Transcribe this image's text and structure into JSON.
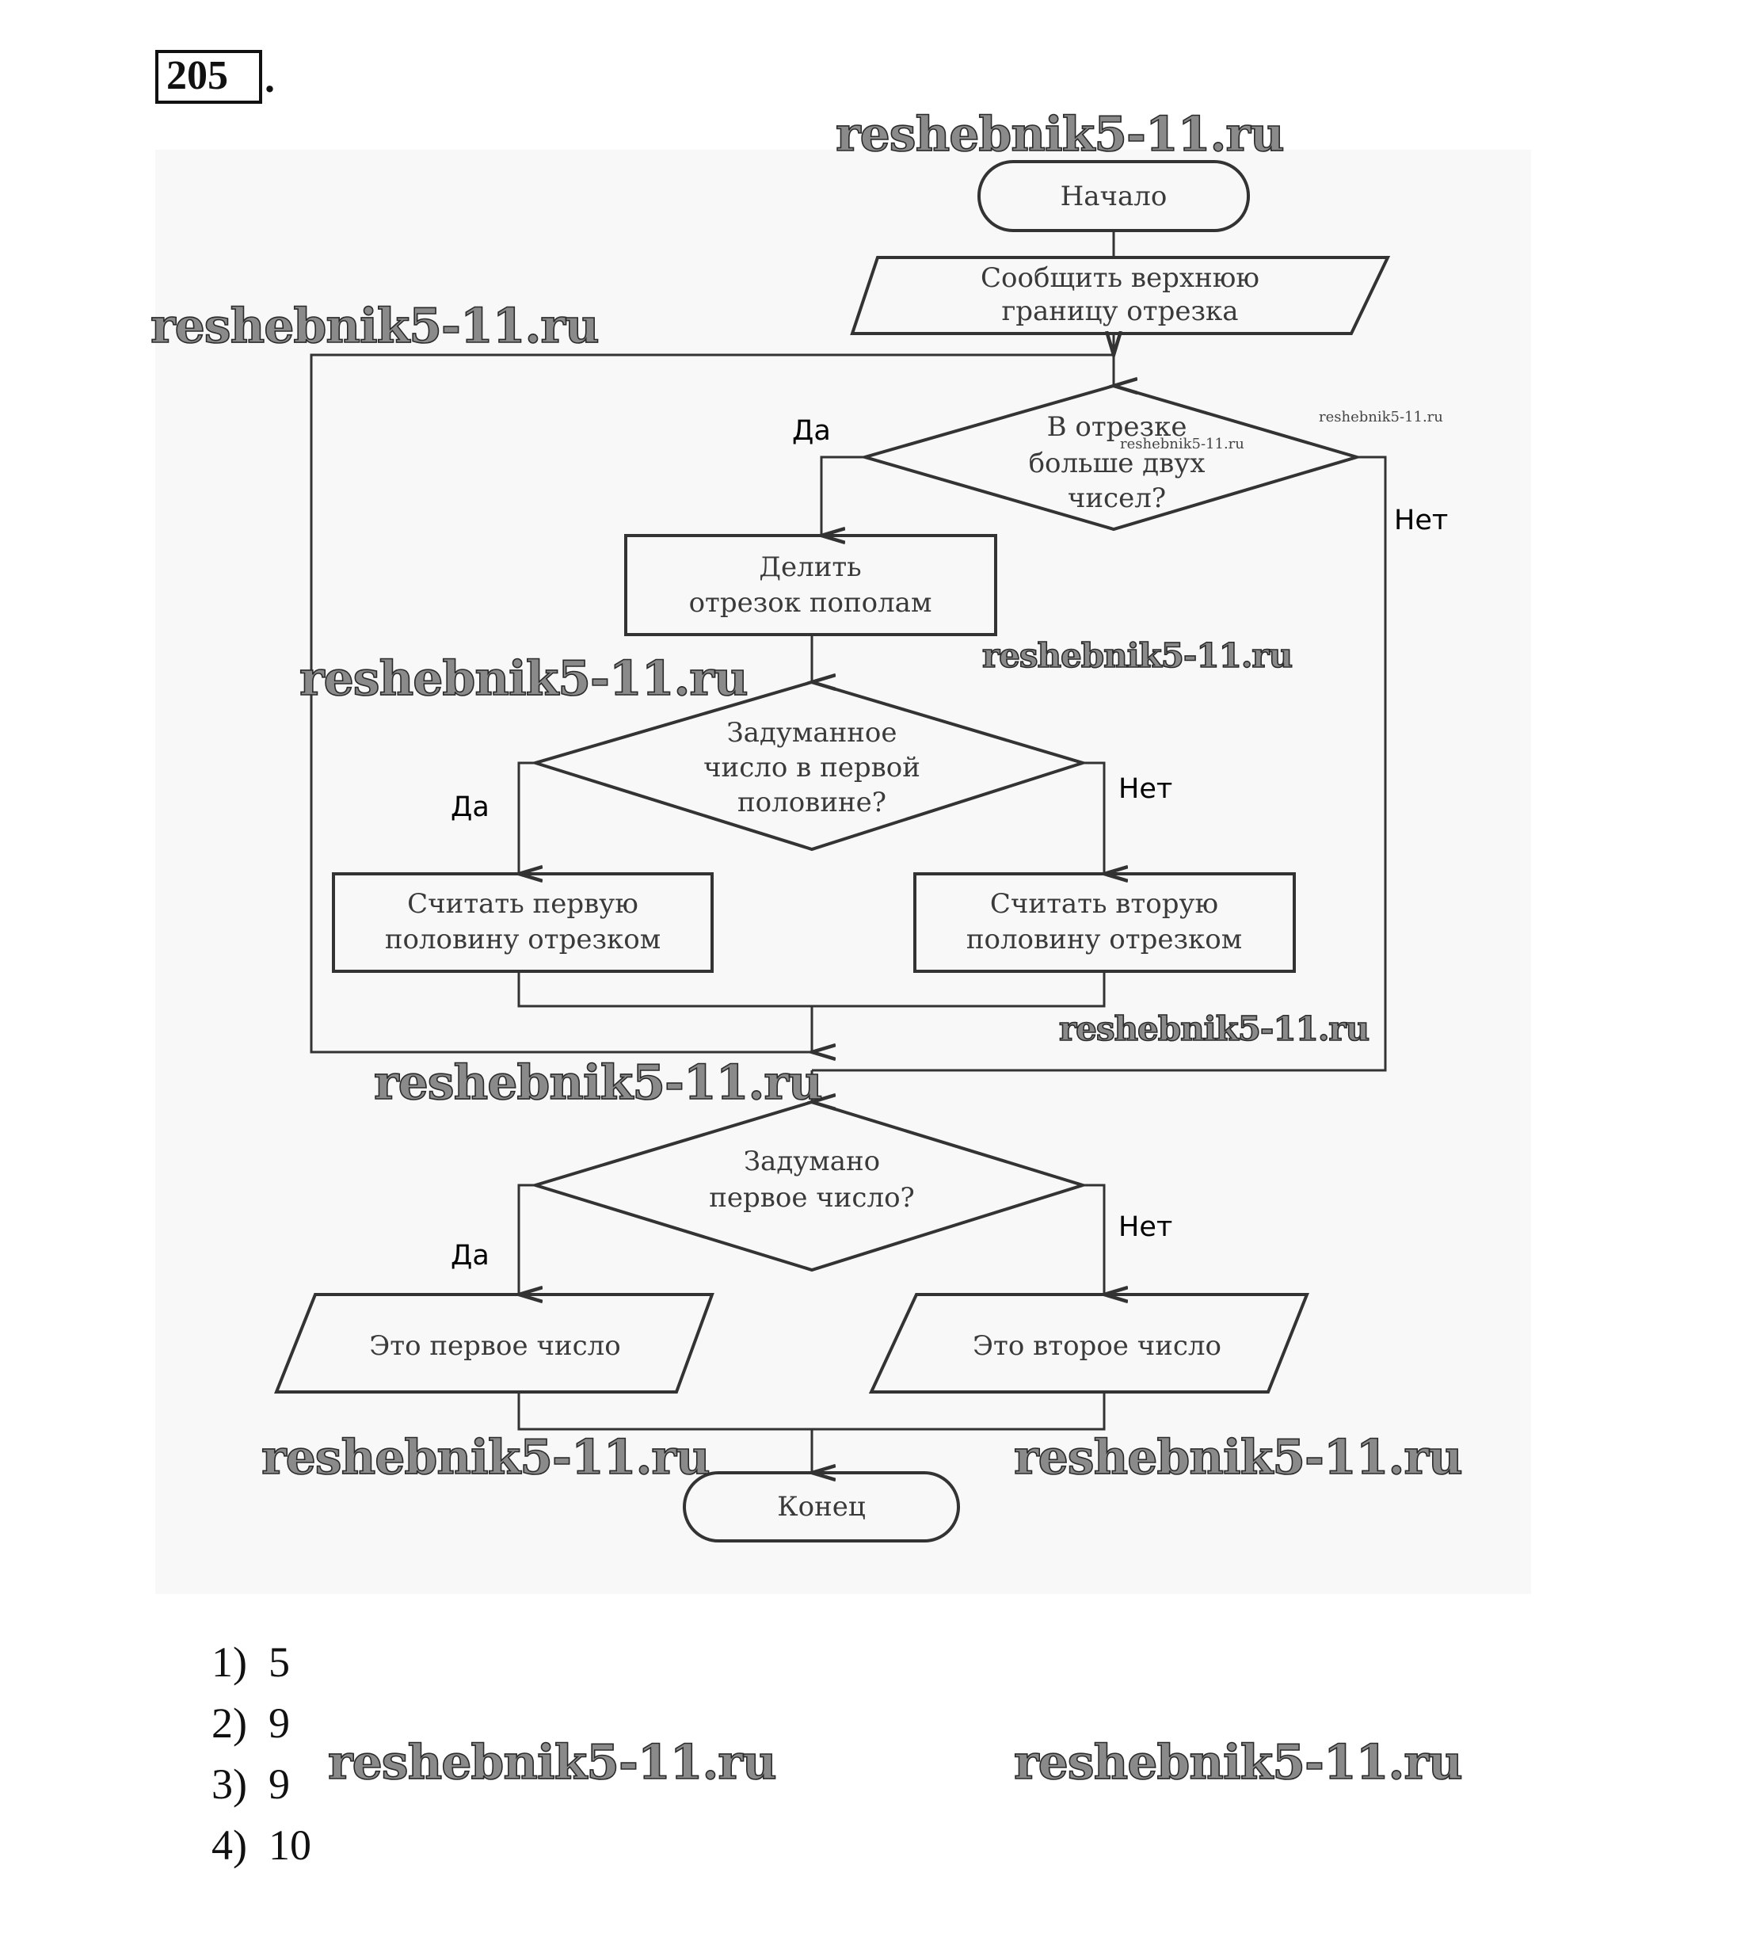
{
  "problem": {
    "number": "205",
    "suffix": "."
  },
  "flowchart": {
    "start": "Начало",
    "input_upper_bound": [
      "Сообщить верхнюю",
      "границу отрезка"
    ],
    "decision_more_than_two": [
      "В отрезке",
      "больше двух",
      "чисел?"
    ],
    "process_halve": [
      "Делить",
      "отрезок пополам"
    ],
    "decision_in_first_half": [
      "Задуманное",
      "число в первой",
      "половине?"
    ],
    "process_take_first": [
      "Считать первую",
      "половину отрезком"
    ],
    "process_take_second": [
      "Считать вторую",
      "половину отрезком"
    ],
    "decision_first_number": [
      "Задумано",
      "первое число?"
    ],
    "output_first": "Это первое число",
    "output_second": "Это второе число",
    "end": "Конец",
    "labels": {
      "yes": "Да",
      "no": "Нет"
    }
  },
  "answers": [
    {
      "num": "1)",
      "value": "5"
    },
    {
      "num": "2)",
      "value": "9"
    },
    {
      "num": "3)",
      "value": "9"
    },
    {
      "num": "4)",
      "value": "10"
    }
  ],
  "watermark": "reshebnik5-11.ru"
}
